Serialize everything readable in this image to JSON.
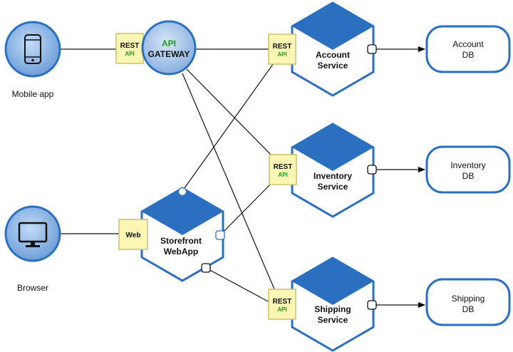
{
  "clients": {
    "mobile": {
      "label": "Mobile app",
      "icon": "smartphone-icon"
    },
    "browser": {
      "label": "Browser",
      "icon": "monitor-icon"
    }
  },
  "gateway": {
    "line1": "API",
    "line2": "GATEWAY"
  },
  "rest_badge": {
    "line1": "REST",
    "line2": "API"
  },
  "web_badge": {
    "label": "Web"
  },
  "webapp": {
    "line1": "Storefront",
    "line2": "WebApp"
  },
  "services": {
    "account": {
      "line1": "Account",
      "line2": "Service"
    },
    "inventory": {
      "line1": "Inventory",
      "line2": "Service"
    },
    "shipping": {
      "line1": "Shipping",
      "line2": "Service"
    }
  },
  "databases": {
    "account": {
      "line1": "Account",
      "line2": "DB"
    },
    "inventory": {
      "line1": "Inventory",
      "line2": "DB"
    },
    "shipping": {
      "line1": "Shipping",
      "line2": "DB"
    }
  },
  "colors": {
    "blue": "#2a6fc0",
    "circle_fill": "#8ab4e6",
    "badge_fill": "#fbf6b4",
    "badge_stroke": "#c9c26a",
    "api_green": "#1f9a1f"
  }
}
